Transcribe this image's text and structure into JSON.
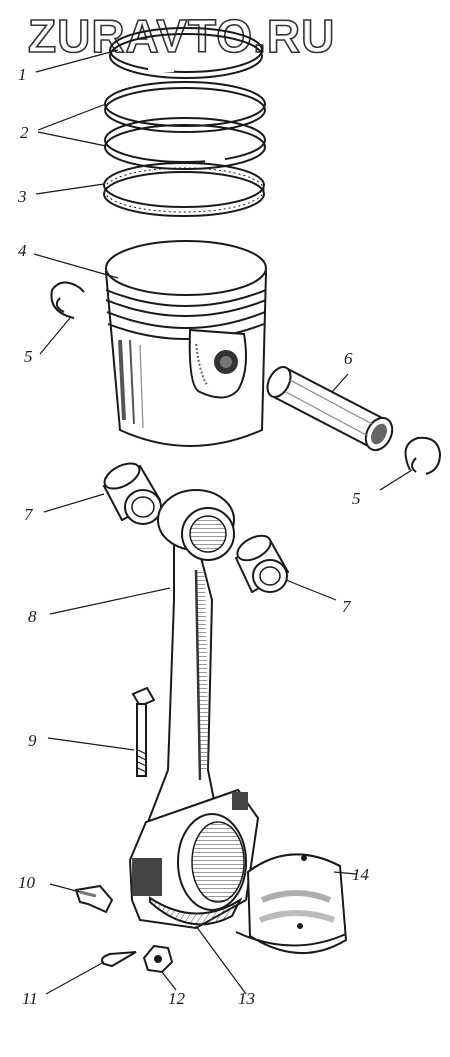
{
  "watermark": "ZURAVTO.RU",
  "colors": {
    "ink": "#1a1a1a",
    "shade": "#8a8a8a",
    "paper": "#ffffff"
  },
  "callouts": {
    "ring_1": "1",
    "ring_2": "2",
    "ring_3": "3",
    "piston_4": "4",
    "clip_5_left": "5",
    "pin_6": "6",
    "clip_5_right": "5",
    "bushing_7_left": "7",
    "rod_8": "8",
    "bushing_7_right": "7",
    "bolt_9": "9",
    "lock_10": "10",
    "cotter_11": "11",
    "nut_12": "12",
    "cap_13": "13",
    "bearing_14": "14"
  }
}
